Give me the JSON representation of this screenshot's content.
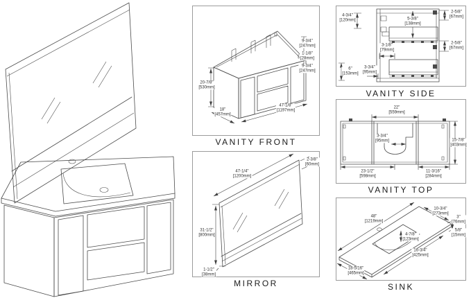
{
  "colors": {
    "line": "#4a4a4a",
    "panel_border": "#9b9b9b",
    "text": "#2e2e2e"
  },
  "panels": {
    "vanity_front": {
      "title": "VANITY FRONT",
      "dims": {
        "height": {
          "in": "20-7/8\"",
          "mm": "[530mm]"
        },
        "depth": {
          "in": "18\"",
          "mm": "[457mm]"
        },
        "width": {
          "in": "47-1/8\"",
          "mm": "[1197mm]"
        },
        "drawer_top": {
          "in": "9-3/4\"",
          "mm": "[247mm]"
        },
        "drawer_gap": {
          "in": "1-1/8\"",
          "mm": "[28mm]"
        },
        "drawer_bottom": {
          "in": "9-3/4\"",
          "mm": "[247mm]"
        }
      }
    },
    "vanity_side": {
      "title": "VANITY SIDE",
      "dims": {
        "top_left": {
          "in": "4-3/4\"",
          "mm": "[120mm]"
        },
        "drawer_front": {
          "in": "5-3/8\"",
          "mm": "[138mm]"
        },
        "top_right": {
          "in": "2-5/8\"",
          "mm": "[67mm]"
        },
        "mid_inner": {
          "in": "3-1/8\"",
          "mm": "[79mm]"
        },
        "mid_right": {
          "in": "2-5/8\"",
          "mm": "[67mm]"
        },
        "bottom_left": {
          "in": "6\"",
          "mm": "[153mm]"
        },
        "bottom_inner": {
          "in": "3-3/4\"",
          "mm": "[95mm]"
        }
      }
    },
    "vanity_top": {
      "title": "VANITY TOP",
      "dims": {
        "opening_width": {
          "in": "22\"",
          "mm": "[559mm]"
        },
        "notch": {
          "in": "3-3/4\"",
          "mm": "[95mm]"
        },
        "depth": {
          "in": "15-7/8\"",
          "mm": "[403mm]"
        },
        "left_section": {
          "in": "23-1/2\"",
          "mm": "[598mm]"
        },
        "right_section": {
          "in": "11-3/16\"",
          "mm": "[284mm]"
        }
      }
    },
    "mirror": {
      "title": "MIRROR",
      "dims": {
        "width": {
          "in": "47-1/4\"",
          "mm": "[1200mm]"
        },
        "thickness": {
          "in": "2-3/8\"",
          "mm": "[60mm]"
        },
        "height": {
          "in": "31-1/2\"",
          "mm": "[800mm]"
        },
        "frame": {
          "in": "1-1/2\"",
          "mm": "[38mm]"
        }
      }
    },
    "sink": {
      "title": "SINK",
      "dims": {
        "width": {
          "in": "48\"",
          "mm": "[1219mm]"
        },
        "basin_offset": {
          "in": "10-3/4\"",
          "mm": "[273mm]"
        },
        "edge": {
          "in": "3\"",
          "mm": "[76mm]"
        },
        "thickness": {
          "in": "5/8\"",
          "mm": "[15mm]"
        },
        "basin_depth": {
          "in": "4-7/8\"",
          "mm": "[123mm]"
        },
        "basin_width": {
          "in": "16-3/4\"",
          "mm": "[425mm]"
        },
        "depth": {
          "in": "18-5/16\"",
          "mm": "[465mm]"
        }
      }
    }
  }
}
